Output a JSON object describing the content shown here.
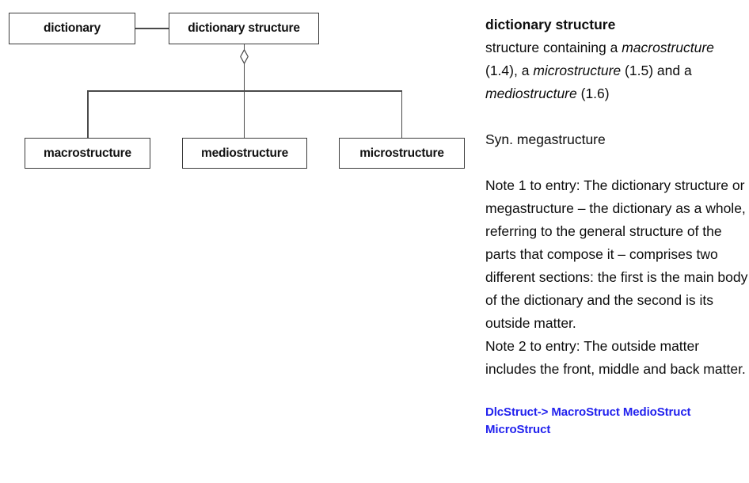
{
  "diagram": {
    "type": "uml-aggregation",
    "nodes": [
      {
        "id": "dictionary",
        "label": "dictionary"
      },
      {
        "id": "dictionary-structure",
        "label": "dictionary structure"
      },
      {
        "id": "macrostructure",
        "label": "macrostructure"
      },
      {
        "id": "mediostructure",
        "label": "mediostructure"
      },
      {
        "id": "microstructure",
        "label": "microstructure"
      }
    ],
    "edges": [
      {
        "from": "dictionary",
        "to": "dictionary-structure",
        "kind": "association"
      },
      {
        "from": "dictionary-structure",
        "to": "macrostructure",
        "kind": "aggregation"
      },
      {
        "from": "dictionary-structure",
        "to": "mediostructure",
        "kind": "aggregation"
      },
      {
        "from": "dictionary-structure",
        "to": "microstructure",
        "kind": "aggregation"
      }
    ]
  },
  "entry": {
    "term": "dictionary structure",
    "definition": {
      "part1": "structure containing a ",
      "italic1": "macrostructure",
      "part2": " (1.4), a ",
      "italic2": "microstructure",
      "part3": " (1.5) and a ",
      "italic3": "mediostructure",
      "part4": " (1.6)"
    },
    "synonym": "Syn. megastructure",
    "note1": "Note 1 to entry: The dictionary structure or megastructure – the dictionary as a whole, referring to the general structure of the parts that compose it – comprises two different sections: the first is the main body of the dictionary and the second is its outside matter.",
    "note2": "Note 2 to entry: The outside matter includes the front, middle and back matter.",
    "code": "DlcStruct-> MacroStruct MedioStruct MicroStruct",
    "code_color": "#2222ee"
  }
}
